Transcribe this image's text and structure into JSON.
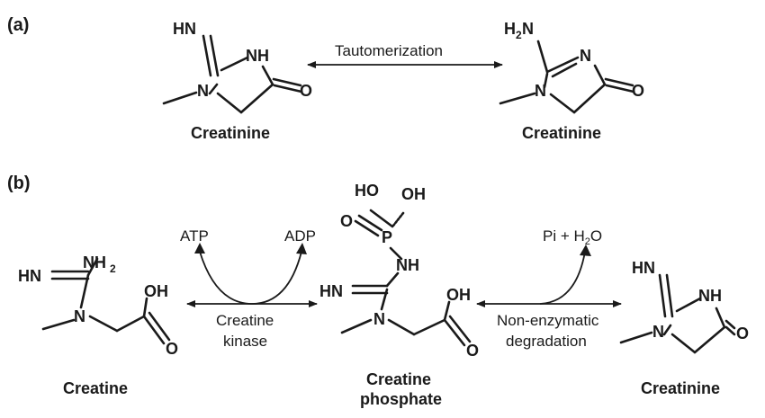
{
  "panels": {
    "a": "(a)",
    "b": "(b)"
  },
  "atoms": {
    "hn": "HN",
    "nh": "NH",
    "n": "N",
    "o": "O",
    "h2n_h": "H",
    "h2n_2": "2",
    "h2n_n": "N",
    "nh2_nh": "NH",
    "nh2_2": "2",
    "oh": "OH",
    "ho": "HO",
    "p": "P"
  },
  "labels": {
    "tautomerization": "Tautomerization",
    "atp": "ATP",
    "adp": "ADP",
    "creatine_kinase_1": "Creatine",
    "creatine_kinase_2": "kinase",
    "pi_h2o_pre": "Pi + H",
    "pi_h2o_sub": "2",
    "pi_h2o_post": "O",
    "non_enzymatic_1": "Non-enzymatic",
    "non_enzymatic_2": "degradation"
  },
  "names": {
    "creatinine": "Creatinine",
    "creatine": "Creatine",
    "creatine_phosphate_1": "Creatine",
    "creatine_phosphate_2": "phosphate"
  }
}
